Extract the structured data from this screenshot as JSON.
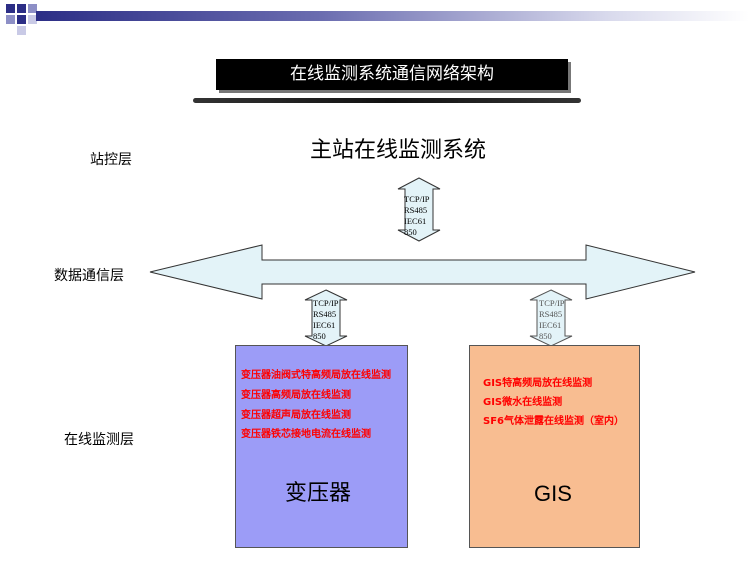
{
  "slide_title": "在线监测系统通信网络架构",
  "layers": {
    "station_control": "站控层",
    "data_comm": "数据通信层",
    "online_monitoring": "在线监测层"
  },
  "master_system": "主站在线监测系统",
  "protocols": [
    "TCP/IP",
    "RS485",
    "IEC61",
    "850"
  ],
  "transformer": {
    "name": "变压器",
    "features": [
      "变压器油阀式特高频局放在线监测",
      "变压器高频局放在线监测",
      "变压器超声局放在线监测",
      "变压器铁芯接地电流在线监测"
    ]
  },
  "gis": {
    "name": "GIS",
    "features": [
      "GIS特高频局放在线监测",
      "GIS微水在线监测",
      "SF6气体泄露在线监测（室内）"
    ]
  },
  "colors": {
    "transformer_fill": "#9c9cf7",
    "gis_fill": "#f8bd91",
    "arrow_fill": "#e3f3f8",
    "feature_text": "#ff0000",
    "title_bg": "#000000"
  }
}
